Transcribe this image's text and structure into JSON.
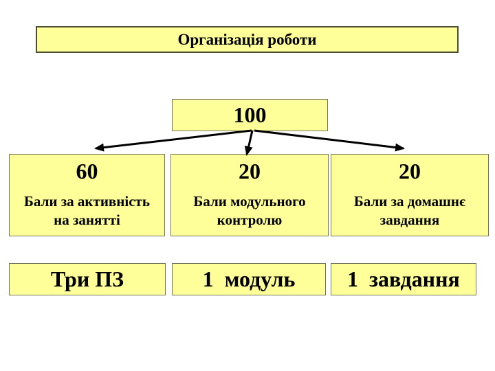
{
  "slide": {
    "title": "Організація роботи",
    "background_color": "#ffffff"
  },
  "colors": {
    "box_fill": "#ffff99",
    "box_border": "#74745c",
    "title_border": "#4d4d33",
    "text": "#000000",
    "arrow": "#000000"
  },
  "total_node": {
    "value": "100"
  },
  "middle_nodes": [
    {
      "value": "60",
      "label": "Бали за активність\nна занятті"
    },
    {
      "value": "20",
      "label": "Бали модульного\nконтролю"
    },
    {
      "value": "20",
      "label": "Бали за домашнє\nзавдання"
    }
  ],
  "bottom_nodes": [
    {
      "label": "Три ПЗ"
    },
    {
      "label": "1  модуль"
    },
    {
      "label": "1  завдання"
    }
  ],
  "connections": [
    {
      "from": "100",
      "to": "60 Бали за активність на занятті"
    },
    {
      "from": "100",
      "to": "20 Бали модульного контролю"
    },
    {
      "from": "100",
      "to": "20 Бали за домашнє завдання"
    }
  ]
}
